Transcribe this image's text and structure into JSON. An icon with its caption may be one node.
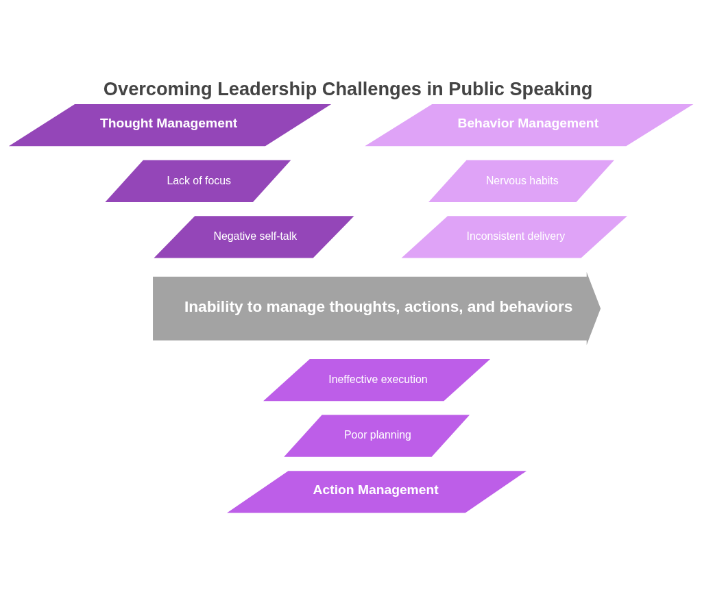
{
  "diagram": {
    "title": "Overcoming Leadership Challenges in Public Speaking",
    "nodes": [
      {
        "text": [
          "Thought Management"
        ]
      },
      {
        "text": [
          "Lack of focus"
        ]
      },
      {
        "text": [
          "Negative self-talk"
        ]
      },
      {
        "text": [
          "Behavior Management"
        ]
      },
      {
        "text": [
          "Nervous habits"
        ]
      },
      {
        "text": [
          "Inconsistent delivery"
        ]
      },
      {
        "text": [
          "Inability to manage thoughts, actions, and behaviors"
        ]
      },
      {
        "text": [
          "Ineffective execution"
        ]
      },
      {
        "text": [
          "Poor planning"
        ]
      },
      {
        "text": [
          "Action Management"
        ]
      }
    ]
  }
}
